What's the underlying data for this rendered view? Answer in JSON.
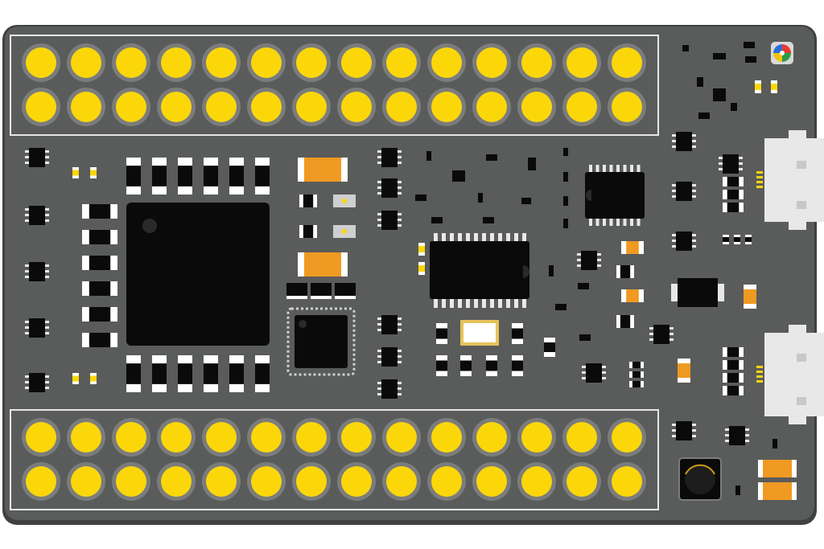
{
  "illustration": {
    "subject": "circuit-board",
    "colors": {
      "board": "#5a5b5b",
      "board_edge": "#3f4040",
      "pad_ring": "#7b7c7c",
      "pad": "#fbd70a",
      "chip": "#0a0a0a",
      "resistor_body": "#ffffff",
      "capacitor_orange": "#ef9a22",
      "connector": "#e8e8e8",
      "outline": "#e6e6e6"
    },
    "header_pins": {
      "top_rows": 2,
      "bottom_rows": 2,
      "pins_per_row": 14
    },
    "logo_icon": "color-wheel-icon",
    "button_icon": "tactile-button-icon",
    "usb_ports": 2
  }
}
